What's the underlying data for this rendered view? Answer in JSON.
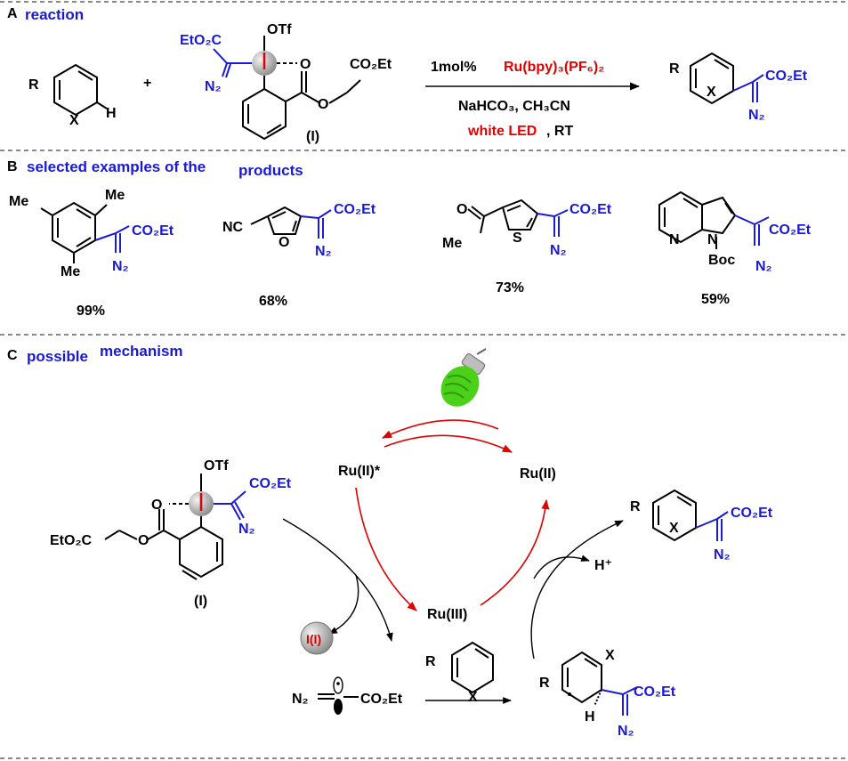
{
  "sections": {
    "a": {
      "letter": "A",
      "title": "reaction"
    },
    "b": {
      "letter": "B",
      "title_part1": "selected examples of the",
      "title_part2": "products"
    },
    "c": {
      "letter": "C",
      "title_part1": "possible",
      "title_part2": "mechanism"
    }
  },
  "reaction": {
    "substrate_r": "R",
    "substrate_x": "X",
    "substrate_h": "H",
    "plus": "+",
    "reagent_otf": "OTf",
    "reagent_eto2c": "EtO₂C",
    "reagent_n2": "N₂",
    "reagent_o": "O",
    "reagent_co2et": "CO₂Et",
    "reagent_label": "(I)",
    "condition_catalyst_amount": "1mol%",
    "condition_catalyst": "Ru(bpy)₃(PF₆)₂",
    "condition_base": "NaHCO₃, CH₃CN",
    "condition_light": "white LED",
    "condition_temp": ", RT",
    "product_r": "R",
    "product_x": "X",
    "product_co2et": "CO₂Et",
    "product_n2": "N₂"
  },
  "examples": [
    {
      "yield": "99%",
      "label_me1": "Me",
      "label_me2": "Me",
      "label_me3": "Me",
      "co2et": "CO₂Et",
      "n2": "N₂"
    },
    {
      "yield": "68%",
      "label_nc": "NC",
      "label_o": "O",
      "co2et": "CO₂Et",
      "n2": "N₂"
    },
    {
      "yield": "73%",
      "label_o": "O",
      "label_me": "Me",
      "label_s": "S",
      "co2et": "CO₂Et",
      "n2": "N₂"
    },
    {
      "yield": "59%",
      "label_n1": "N",
      "label_n2": "N",
      "label_boc": "Boc",
      "co2et": "CO₂Et",
      "n2": "N₂"
    }
  ],
  "mechanism": {
    "ru_excited": "Ru(II)*",
    "ru_ground": "Ru(II)",
    "ru_oxidized": "Ru(III)",
    "reagent_otf": "OTf",
    "reagent_co2et": "CO₂Et",
    "reagent_n2": "N₂",
    "reagent_o": "O",
    "reagent_eto2c": "EtO₂C",
    "reagent_label": "(I)",
    "iodine_byproduct": "I(I)",
    "carbene_n2": "N₂",
    "carbene_co2et": "CO₂Et",
    "arene_r": "R",
    "arene_x": "X",
    "intermediate_r": "R",
    "intermediate_x": "X",
    "intermediate_h": "H",
    "intermediate_co2et": "CO₂Et",
    "intermediate_n2": "N₂",
    "product_r": "R",
    "product_x": "X",
    "product_co2et": "CO₂Et",
    "product_n2": "N₂",
    "proton": "H⁺"
  },
  "colors": {
    "accent_blue": "#1a1ad6",
    "accent_red": "#e00000",
    "bulb_green": "#4cd11a"
  }
}
